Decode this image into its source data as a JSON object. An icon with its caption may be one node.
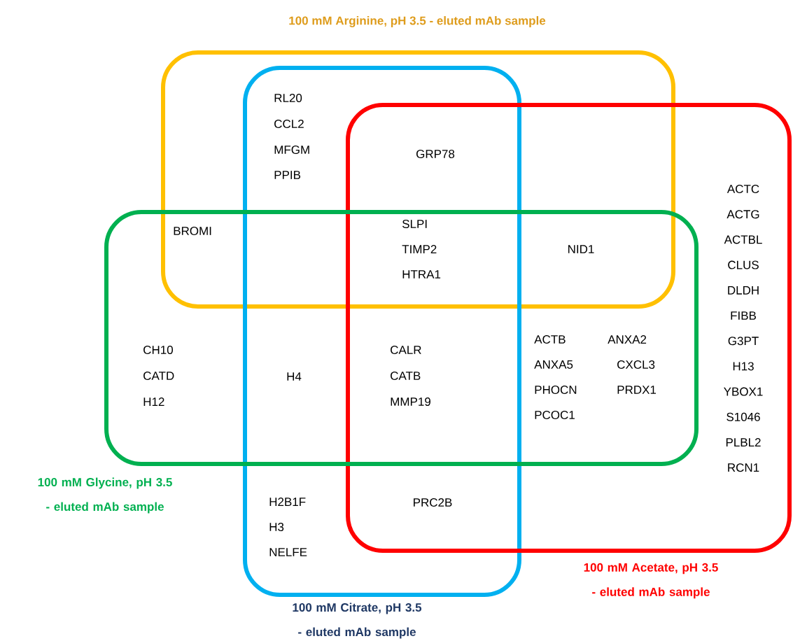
{
  "diagram": {
    "nodes": [
      {
        "text": [
          "100 mM Arginine, pH 3.5 - eluted mAb sample"
        ]
      },
      {
        "text": [
          "100 mM Citrate, pH 3.5 - eluted mAb sample"
        ]
      },
      {
        "text": [
          "100 mM Acetate, pH 3.5 - eluted mAb sample"
        ]
      },
      {
        "text": [
          "100 mM Glycine, pH 3.5 - eluted mAb sample"
        ]
      }
    ],
    "labels": [
      "RL20",
      "CCL2",
      "MFGM",
      "PPIB",
      "GRP78",
      "BROMI",
      "SLPI",
      "TIMP2",
      "HTRA1",
      "NID1",
      "ACTC",
      "ACTG",
      "ACTBL",
      "CLUS",
      "DLDH",
      "FIBB",
      "G3PT",
      "H13",
      "YBOX1",
      "S1046",
      "PLBL2",
      "RCN1",
      "CH10",
      "CATD",
      "H12",
      "H4",
      "CALR",
      "CATB",
      "MMP19",
      "ACTB",
      "ANXA2",
      "ANXA5",
      "CXCL3",
      "PHOCN",
      "PRDX1",
      "PCOC1",
      "H2B1F",
      "H3",
      "NELFE",
      "PRC2B"
    ]
  }
}
